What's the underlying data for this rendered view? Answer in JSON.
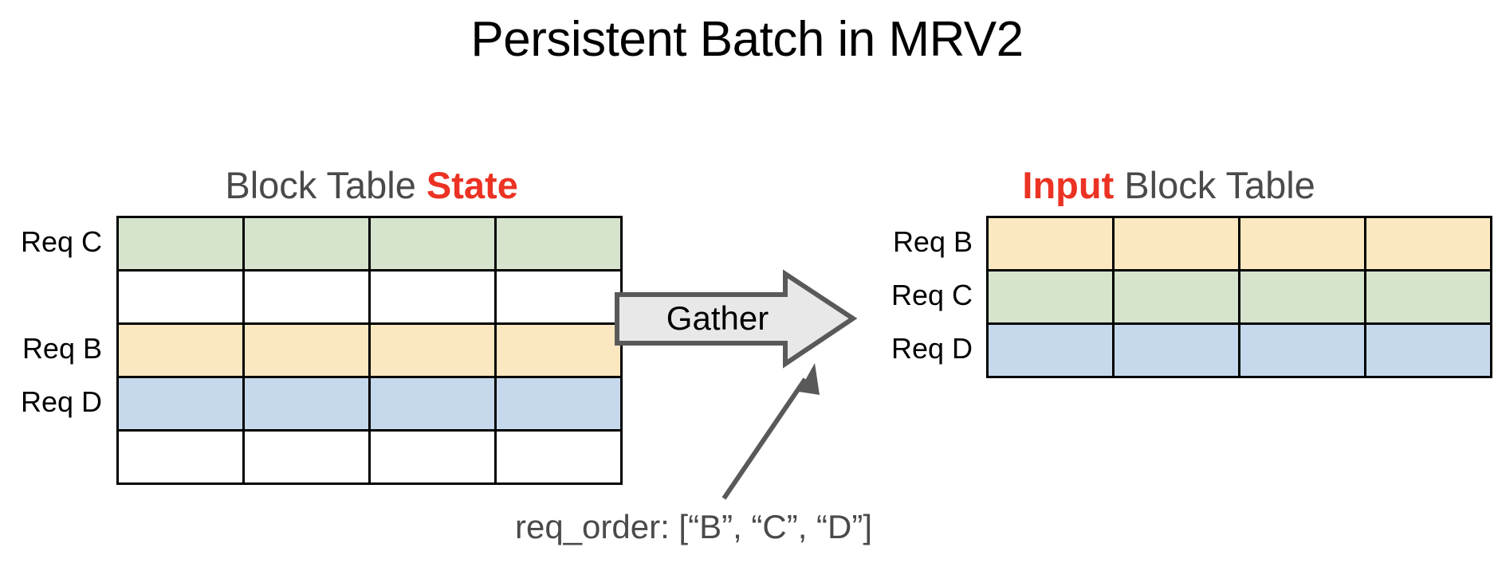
{
  "title": "Persistent Batch in MRV2",
  "colors": {
    "accent_red": "#eb3223",
    "heading_gray": "#4a4a4a",
    "green": "#d6e3cd",
    "yellow": "#fbe8c0",
    "blue": "#c6d9ec",
    "white": "#ffffff",
    "border": "#000000",
    "arrow_fill": "#e8e8e8",
    "arrow_stroke": "#595959"
  },
  "left_panel": {
    "heading_prefix": "Block Table ",
    "heading_accent": "State",
    "columns": 4,
    "rows": [
      {
        "label": "Req C",
        "fill": "green",
        "has_label": true
      },
      {
        "label": "",
        "fill": "white",
        "has_label": false
      },
      {
        "label": "Req B",
        "fill": "yellow",
        "has_label": true
      },
      {
        "label": "Req D",
        "fill": "blue",
        "has_label": true
      },
      {
        "label": "",
        "fill": "white",
        "has_label": false
      }
    ]
  },
  "right_panel": {
    "heading_accent": "Input",
    "heading_suffix": " Block Table",
    "columns": 4,
    "rows": [
      {
        "label": "Req B",
        "fill": "yellow",
        "has_label": true
      },
      {
        "label": "Req C",
        "fill": "green",
        "has_label": true
      },
      {
        "label": "Req D",
        "fill": "blue",
        "has_label": true
      }
    ]
  },
  "arrow": {
    "label": "Gather",
    "icon": "right-arrow-icon"
  },
  "caption": {
    "text": "req_order: [“B”, “C”, “D”]"
  }
}
